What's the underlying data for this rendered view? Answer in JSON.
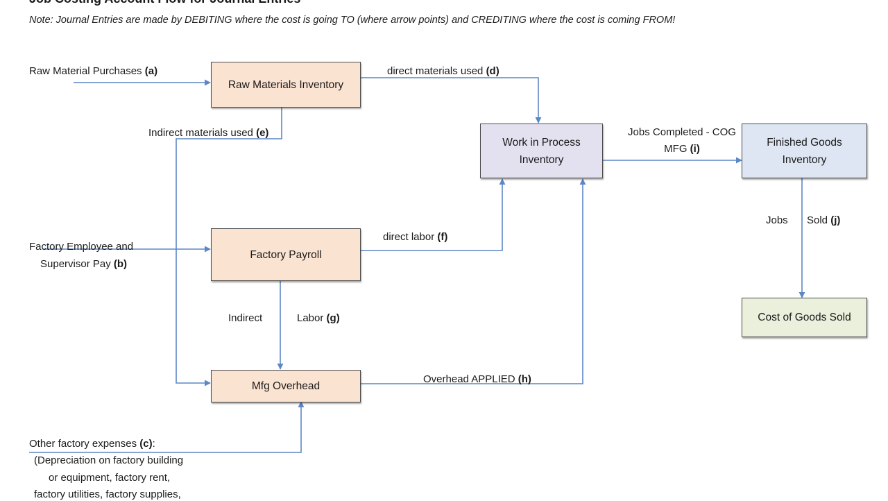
{
  "title": "Job Costing Account Flow for Journal Entries",
  "note": "Note:  Journal Entries are made by DEBITING where the cost is going TO (where arrow points) and CREDITING where the cost is coming FROM!",
  "accent_color": "#5b87c5",
  "boxes": {
    "raw_materials": "Raw Materials Inventory",
    "wip_line1": "Work in Process",
    "wip_line2": "Inventory",
    "finished_line1": "Finished Goods",
    "finished_line2": "Inventory",
    "factory_payroll": "Factory Payroll",
    "mfg_overhead": "Mfg Overhead",
    "cogs": "Cost of Goods Sold"
  },
  "labels": {
    "raw_purchases": "Raw Material Purchases ",
    "raw_purchases_code": "(a)",
    "direct_materials": "direct materials used ",
    "direct_materials_code": "(d)",
    "indirect_materials": "Indirect materials used ",
    "indirect_materials_code": "(e)",
    "employee_line1": "Factory Employee and",
    "employee_line2": "Supervisor Pay ",
    "employee_code": "(b)",
    "direct_labor": "direct labor ",
    "direct_labor_code": "(f)",
    "indirect": "Indirect",
    "labor": "Labor ",
    "labor_code": "(g)",
    "overhead_applied": "Overhead APPLIED ",
    "overhead_applied_code": "(h)",
    "jobs_completed_line1": "Jobs Completed - COG",
    "jobs_completed_line2": "MFG ",
    "jobs_completed_code": "(i)",
    "jobs": "Jobs",
    "sold": "Sold ",
    "sold_code": "(j)",
    "other_expenses": "Other factory expenses ",
    "other_expenses_code": "(c)",
    "other_expenses_colon": ":",
    "other_detail1": "(Depreciation on factory building",
    "other_detail2": "or equipment, factory rent,",
    "other_detail3": "factory utilities, factory supplies,"
  }
}
